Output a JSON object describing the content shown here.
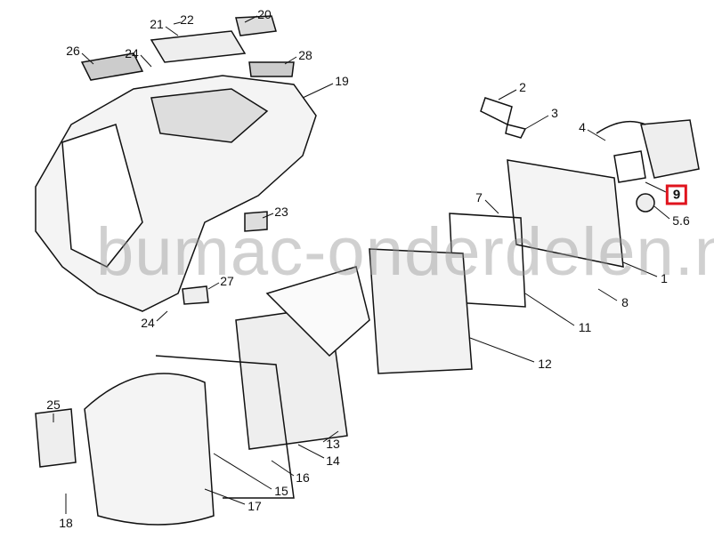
{
  "watermark": "bumac-onderdelen.nl",
  "highlight_color": "#e0141e",
  "callouts": [
    {
      "id": "c22",
      "text": "22"
    },
    {
      "id": "c20",
      "text": "20"
    },
    {
      "id": "c21",
      "text": "21"
    },
    {
      "id": "c26",
      "text": "26"
    },
    {
      "id": "c24a",
      "text": "24"
    },
    {
      "id": "c28",
      "text": "28"
    },
    {
      "id": "c19",
      "text": "19"
    },
    {
      "id": "c2",
      "text": "2"
    },
    {
      "id": "c3",
      "text": "3"
    },
    {
      "id": "c4",
      "text": "4"
    },
    {
      "id": "c9",
      "text": "9"
    },
    {
      "id": "c56",
      "text": "5.6"
    },
    {
      "id": "c7",
      "text": "7"
    },
    {
      "id": "c23",
      "text": "23"
    },
    {
      "id": "c1",
      "text": "1"
    },
    {
      "id": "c27",
      "text": "27"
    },
    {
      "id": "c8",
      "text": "8"
    },
    {
      "id": "c24b",
      "text": "24"
    },
    {
      "id": "c11",
      "text": "11"
    },
    {
      "id": "c12",
      "text": "12"
    },
    {
      "id": "c25",
      "text": "25"
    },
    {
      "id": "c13",
      "text": "13"
    },
    {
      "id": "c14",
      "text": "14"
    },
    {
      "id": "c16",
      "text": "16"
    },
    {
      "id": "c15",
      "text": "15"
    },
    {
      "id": "c17",
      "text": "17"
    },
    {
      "id": "c18",
      "text": "18"
    }
  ]
}
